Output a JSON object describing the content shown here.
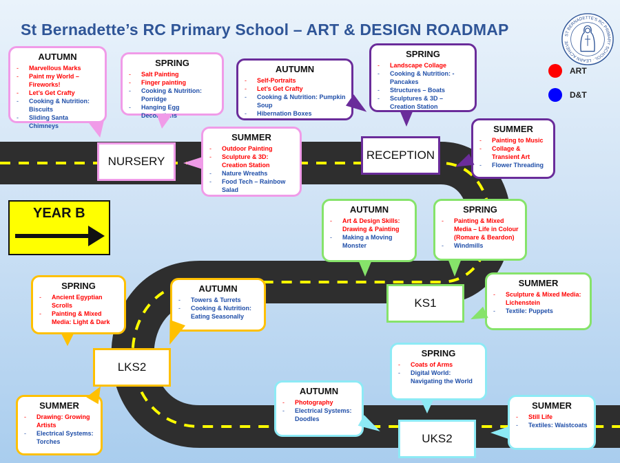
{
  "title": "St Bernadette’s RC Primary School – ART & DESIGN ROADMAP",
  "logo": {
    "ring_text": "ST BERNADETTE'S RC PRIMARY SCHOOL",
    "motto": "LEARN ACHIEVE LOVE"
  },
  "legend": [
    {
      "label": "ART",
      "color": "#ff0000"
    },
    {
      "label": "D&T",
      "color": "#0000ff"
    }
  ],
  "year_sign": "YEAR B",
  "stages": {
    "nursery": "NURSERY",
    "reception": "RECEPTION",
    "ks1": "KS1",
    "lks2": "LKS2",
    "uks2": "UKS2"
  },
  "colors": {
    "nursery": "#f09be8",
    "reception": "#6a2c9a",
    "ks1": "#86e36a",
    "lks2": "#ffc000",
    "uks2": "#8deaf5",
    "art": "#ff0000",
    "dt": "#1f4ea8",
    "road": "#2e2e2e",
    "road_line": "#ffff00"
  },
  "bubbles": [
    {
      "id": "nursery-autumn",
      "title": "AUTUMN",
      "items": [
        {
          "text": "Marvellous Marks",
          "type": "art"
        },
        {
          "text": "Paint my World – Fireworks!",
          "type": "art"
        },
        {
          "text": "Let’s Get Crafty",
          "type": "art"
        },
        {
          "text": "Cooking & Nutrition: Biscuits",
          "type": "dt"
        },
        {
          "text": "Sliding Santa Chimneys",
          "type": "dt"
        }
      ]
    },
    {
      "id": "nursery-spring",
      "title": "SPRING",
      "items": [
        {
          "text": "Salt Painting",
          "type": "art"
        },
        {
          "text": "Finger painting",
          "type": "art"
        },
        {
          "text": "Cooking & Nutrition: Porridge",
          "type": "dt"
        },
        {
          "text": "Hanging Egg Decorations",
          "type": "dt"
        }
      ]
    },
    {
      "id": "nursery-summer",
      "title": "SUMMER",
      "items": [
        {
          "text": "Outdoor Painting",
          "type": "art"
        },
        {
          "text": "Sculpture & 3D: Creation Station",
          "type": "art"
        },
        {
          "text": "Nature Wreaths",
          "type": "dt"
        },
        {
          "text": "Food Tech – Rainbow Salad",
          "type": "dt"
        }
      ]
    },
    {
      "id": "reception-autumn",
      "title": "AUTUMN",
      "items": [
        {
          "text": "Self-Portraits",
          "type": "art"
        },
        {
          "text": "Let’s Get Crafty",
          "type": "art"
        },
        {
          "text": "Cooking & Nutrition: Pumpkin Soup",
          "type": "dt"
        },
        {
          "text": "Hibernation Boxes",
          "type": "dt"
        }
      ]
    },
    {
      "id": "reception-spring",
      "title": "SPRING",
      "items": [
        {
          "text": "Landscape Collage",
          "type": "art"
        },
        {
          "text": "Cooking & Nutrition: - Pancakes",
          "type": "dt"
        },
        {
          "text": "Structures – Boats",
          "type": "dt"
        },
        {
          "text": "Sculptures & 3D – Creation Station",
          "type": "dt"
        }
      ]
    },
    {
      "id": "reception-summer",
      "title": "SUMMER",
      "items": [
        {
          "text": "Painting to Music",
          "type": "art"
        },
        {
          "text": "Collage & Transient Art",
          "type": "art"
        },
        {
          "text": "Flower Threading",
          "type": "dt"
        }
      ]
    },
    {
      "id": "ks1-autumn",
      "title": "AUTUMN",
      "items": [
        {
          "text": "Art & Design Skills: Drawing & Painting",
          "type": "art"
        },
        {
          "text": "Making a Moving Monster",
          "type": "dt"
        }
      ]
    },
    {
      "id": "ks1-spring",
      "title": "SPRING",
      "items": [
        {
          "text": "Painting & Mixed Media – Life in Colour (Romare & Beardon)",
          "type": "art"
        },
        {
          "text": "Windmills",
          "type": "dt"
        }
      ]
    },
    {
      "id": "ks1-summer",
      "title": "SUMMER",
      "items": [
        {
          "text": "Sculpture & Mixed Media: Lichenstein",
          "type": "art"
        },
        {
          "text": "Textile: Puppets",
          "type": "dt"
        }
      ]
    },
    {
      "id": "lks2-spring",
      "title": "SPRING",
      "items": [
        {
          "text": "Ancient Egyptian Scrolls",
          "type": "art"
        },
        {
          "text": "Painting & Mixed Media: Light & Dark",
          "type": "art"
        }
      ]
    },
    {
      "id": "lks2-autumn",
      "title": "AUTUMN",
      "items": [
        {
          "text": "Towers & Turrets",
          "type": "dt"
        },
        {
          "text": "Cooking & Nutrition: Eating Seasonally",
          "type": "dt"
        }
      ]
    },
    {
      "id": "lks2-summer",
      "title": "SUMMER",
      "items": [
        {
          "text": "Drawing: Growing Artists",
          "type": "art"
        },
        {
          "text": "Electrical Systems: Torches",
          "type": "dt"
        }
      ]
    },
    {
      "id": "uks2-spring",
      "title": "SPRING",
      "items": [
        {
          "text": "Coats of Arms",
          "type": "art"
        },
        {
          "text": "Digital World: Navigating the World",
          "type": "dt"
        }
      ]
    },
    {
      "id": "uks2-autumn",
      "title": "AUTUMN",
      "items": [
        {
          "text": "Photography",
          "type": "art"
        },
        {
          "text": "Electrical Systems: Doodles",
          "type": "dt"
        }
      ]
    },
    {
      "id": "uks2-summer",
      "title": "SUMMER",
      "items": [
        {
          "text": "Still Life",
          "type": "art"
        },
        {
          "text": "Textiles: Waistcoats",
          "type": "dt"
        }
      ]
    }
  ]
}
